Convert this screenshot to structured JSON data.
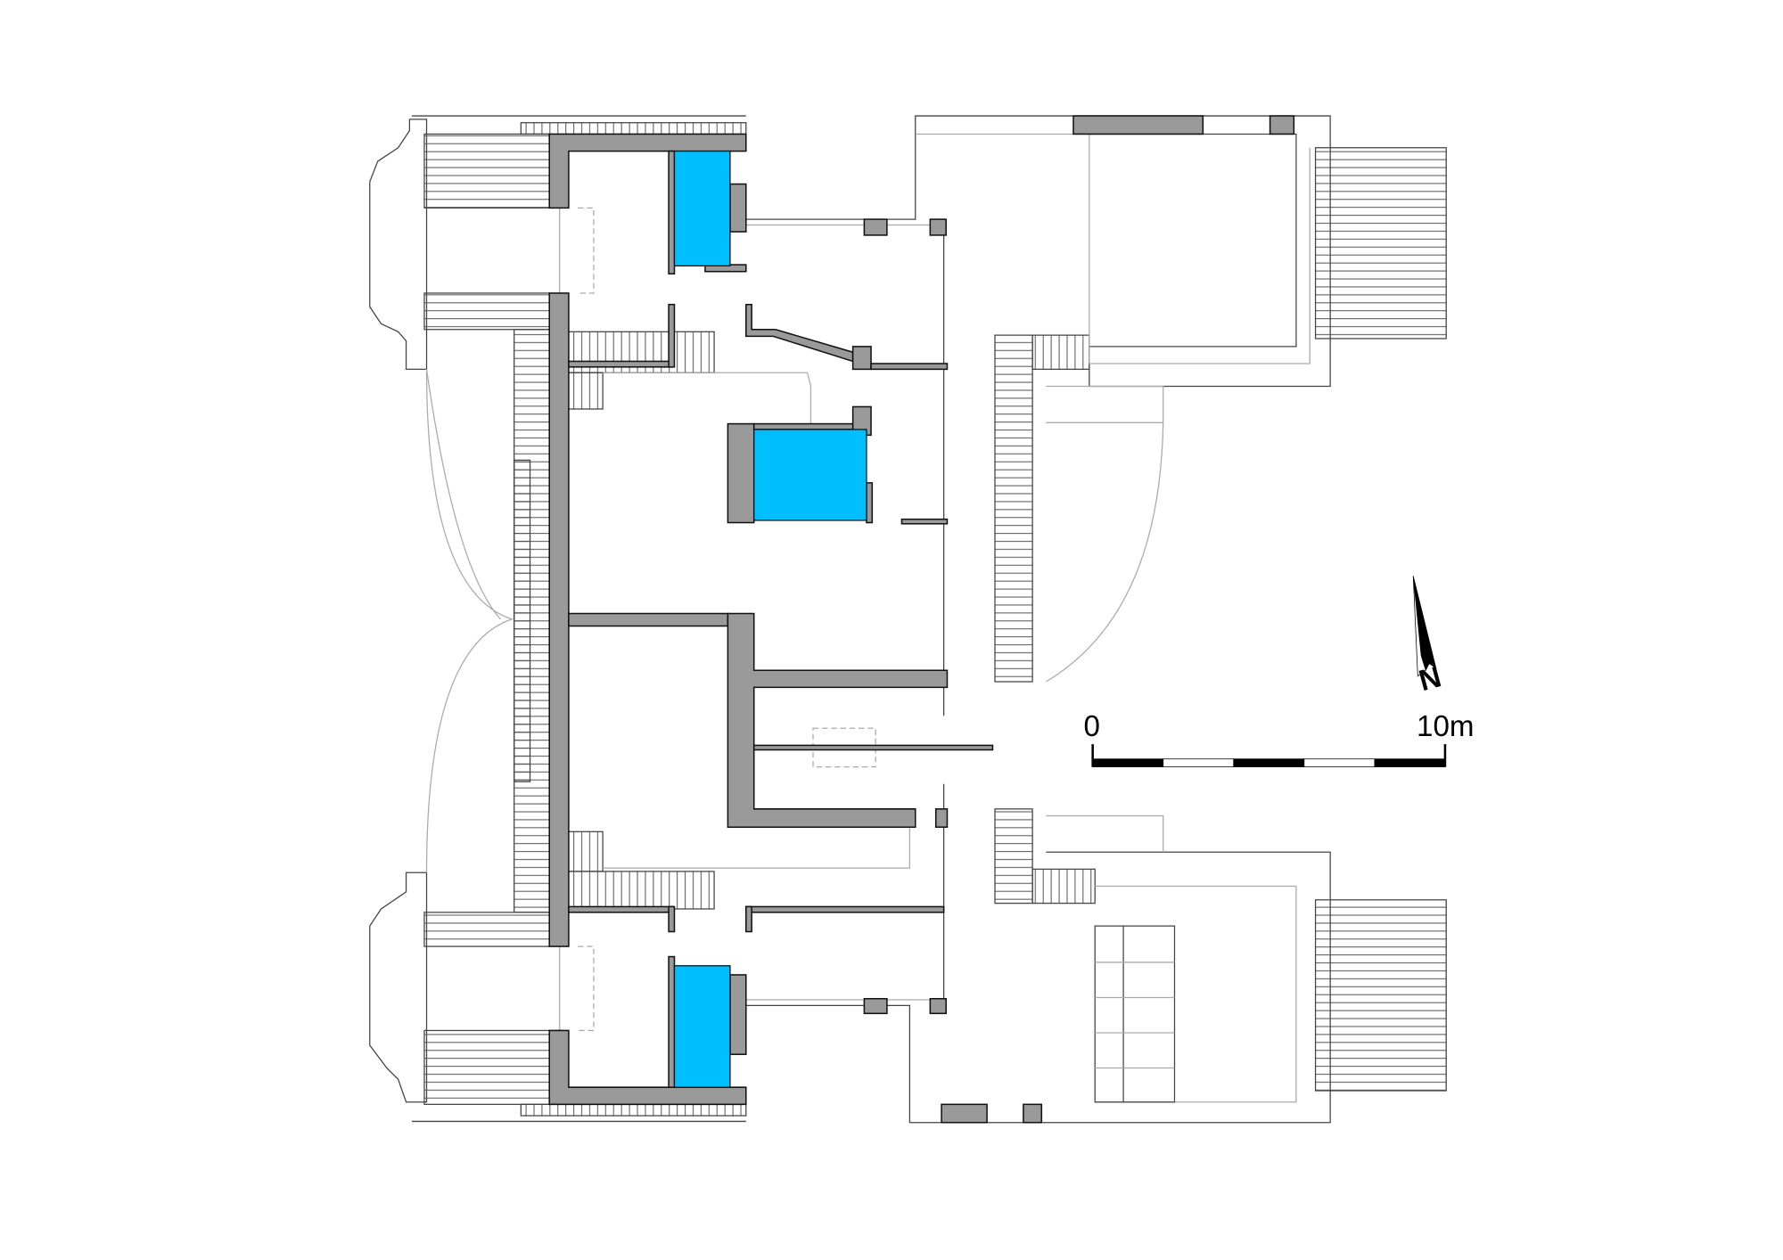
{
  "plan": {
    "scale_bar": {
      "start_label": "0",
      "end_label": "10m",
      "segments": 5,
      "length_m": 10
    },
    "north_arrow": {
      "label": "N"
    },
    "colors": {
      "wall": "#9a9a9a",
      "pool": "#00bfff",
      "line": "#444444",
      "background": "#ffffff"
    }
  }
}
